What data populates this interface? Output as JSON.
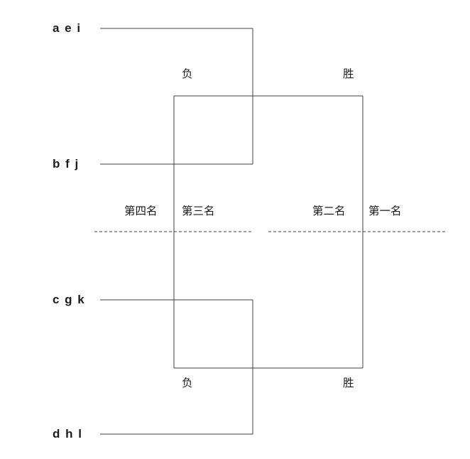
{
  "diagram": {
    "type": "tournament-bracket",
    "teams": {
      "aei": "a e i",
      "bfj": "b f j",
      "cgk": "c g k",
      "dhl": "d h l"
    },
    "outcomes": {
      "top_lose": "负",
      "top_win": "胜",
      "bottom_lose": "负",
      "bottom_win": "胜"
    },
    "placements": {
      "fourth": "第四名",
      "third": "第三名",
      "second": "第二名",
      "first": "第一名"
    },
    "colors": {
      "line": "#3f3f3f",
      "text": "#1b1b1b",
      "background": "#ffffff"
    }
  }
}
